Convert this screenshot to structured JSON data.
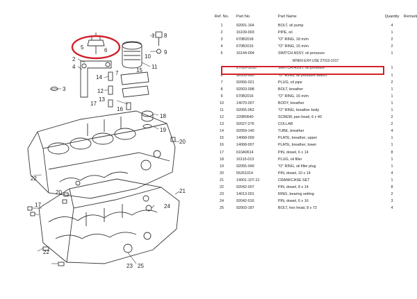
{
  "columns": {
    "ref": "Ref. No.",
    "part": "Part No.",
    "name": "Part Name",
    "qty": "Quantity",
    "remarks": "Remarks"
  },
  "rows": [
    {
      "ref": "1",
      "part": "92001-164",
      "name": "BOLT, oil pump",
      "qty": "4"
    },
    {
      "ref": "2",
      "part": "16109-003",
      "name": "PIPE, oil",
      "qty": "1"
    },
    {
      "ref": "3",
      "part": "670B2018",
      "name": "\"O\" RING, 18 m/m",
      "qty": "2"
    },
    {
      "ref": "4",
      "part": "670B2015",
      "name": "\"O\" RING, 15 m/m",
      "qty": "2"
    },
    {
      "ref": "5",
      "part": "16144-004",
      "name": "SWITCH ASSY, oil pressure",
      "qty": "1"
    },
    {
      "ref": "",
      "part": "",
      "name": "WHEN EXH USE 27010-1017",
      "qty": "",
      "note": true
    },
    {
      "ref": "",
      "part": "27010-1013",
      "name": "SWITCH ASSY, oil pressure",
      "qty": "1"
    },
    {
      "ref": "6",
      "part": "92055-065",
      "name": "\"O\" RING, oil pressure switch",
      "qty": "1"
    },
    {
      "ref": "7",
      "part": "92066-021",
      "name": "PLUG, oil pipe",
      "qty": "2"
    },
    {
      "ref": "8",
      "part": "92003-098",
      "name": "BOLT, breather",
      "qty": "1"
    },
    {
      "ref": "9",
      "part": "670B2016",
      "name": "\"O\" RING, 16 m/m",
      "qty": "1"
    },
    {
      "ref": "10",
      "part": "14070-007",
      "name": "BODY, breather",
      "qty": "1"
    },
    {
      "ref": "11",
      "part": "92055-062",
      "name": "\"O\" RING, breather body",
      "qty": "1"
    },
    {
      "ref": "12",
      "part": "220B0640",
      "name": "SCREW, pan head, 6 x 40",
      "qty": "2"
    },
    {
      "ref": "13",
      "part": "92027-276",
      "name": "COLLAR",
      "qty": "2"
    },
    {
      "ref": "14",
      "part": "92059-140",
      "name": "TUBE, breather",
      "qty": "4"
    },
    {
      "ref": "15",
      "part": "14068-009",
      "name": "PLATE, breather, upper",
      "qty": "1"
    },
    {
      "ref": "16",
      "part": "14068-007",
      "name": "PLATE, breather, lower",
      "qty": "1"
    },
    {
      "ref": "17",
      "part": "610A0614",
      "name": "PIN, dowel, 6 x 14",
      "qty": "8"
    },
    {
      "ref": "18",
      "part": "16115-013",
      "name": "PLUG, oil filler",
      "qty": "1"
    },
    {
      "ref": "19",
      "part": "92055-049",
      "name": "\"O\" RING, oil filler plug",
      "qty": "1"
    },
    {
      "ref": "20",
      "part": "55261014",
      "name": "PIN, dowel, 10 x 14",
      "qty": "4"
    },
    {
      "ref": "21",
      "part": "14001-107-2J",
      "name": "CRANKCASE SET",
      "qty": "1"
    },
    {
      "ref": "22",
      "part": "92042-007",
      "name": "PIN, dowel, 8 x 14",
      "qty": "8"
    },
    {
      "ref": "23",
      "part": "14013-001",
      "name": "RING, bearing setting",
      "qty": "2"
    },
    {
      "ref": "24",
      "part": "92042-016",
      "name": "PIN, dowel, 6 x 16",
      "qty": "3"
    },
    {
      "ref": "25",
      "part": "92003-187",
      "name": "BOLT, hex head, 8 x 72",
      "qty": "4"
    }
  ],
  "diagram_labels": {
    "l1": "1",
    "l2": "2",
    "l3": "3",
    "l4": "4",
    "l5": "5",
    "l6": "6",
    "l7": "7",
    "l8": "8",
    "l9": "9",
    "l10": "10",
    "l11": "11",
    "l12": "12",
    "l13": "13",
    "l14": "14",
    "l15": "15",
    "l16": "16",
    "l17": "17",
    "l18": "18",
    "l19": "19",
    "l20": "20",
    "l21": "21",
    "l22": "22",
    "l23": "23",
    "l24": "24",
    "l25": "25"
  },
  "colors": {
    "highlight": "#d0202a",
    "line": "#333333"
  }
}
